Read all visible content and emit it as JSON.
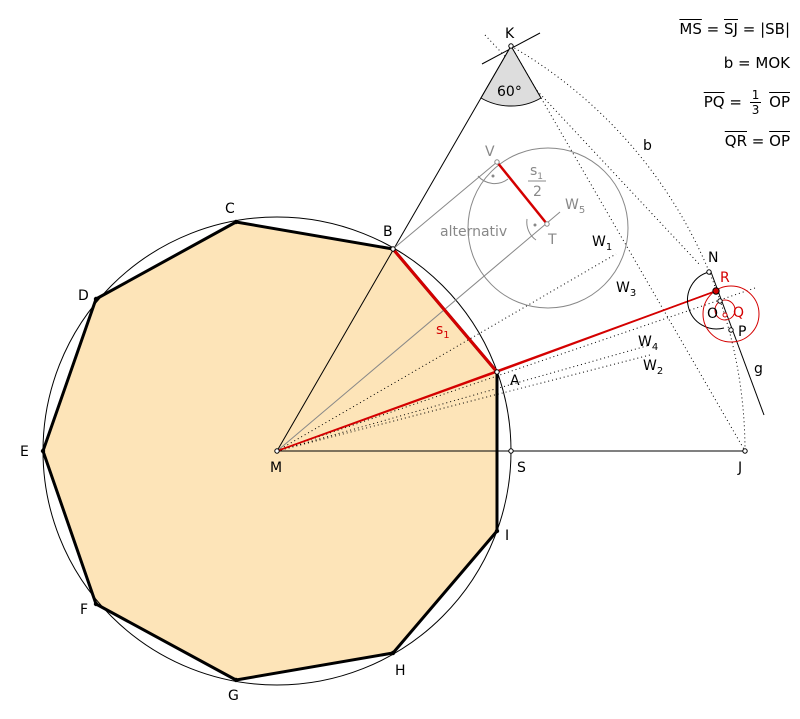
{
  "diagram": {
    "points": {
      "M": "M",
      "A": "A",
      "B": "B",
      "C": "C",
      "D": "D",
      "E": "E",
      "F": "F",
      "G": "G",
      "H": "H",
      "I": "I",
      "S": "S",
      "J": "J",
      "K": "K",
      "N": "N",
      "O": "O",
      "P": "P",
      "Q": "Q",
      "R": "R",
      "V": "V",
      "T": "T"
    },
    "rays": {
      "W1": "W",
      "W1_sub": "1",
      "W2": "W",
      "W2_sub": "2",
      "W3": "W",
      "W3_sub": "3",
      "W4": "W",
      "W4_sub": "4",
      "W5": "W",
      "W5_sub": "5"
    },
    "side_label": "s",
    "side_label_sub": "1",
    "half_side_num": "s",
    "half_side_num_sub": "1",
    "half_side_den": "2",
    "alternative_label": "alternativ",
    "angle_label": "60°",
    "arc_label": "b",
    "line_label": "g",
    "colors": {
      "polygon_fill": "#fde4b8",
      "red": "#d40000",
      "gray": "#888888"
    }
  },
  "formulas": {
    "f1_a": "MS",
    "f1_eq1": "=",
    "f1_b": "SJ",
    "f1_eq2": "=",
    "f1_c": "|SB|",
    "f2_left": "b",
    "f2_eq": "=",
    "f2_right": "MOK",
    "f3_left": "PQ",
    "f3_eq": "=",
    "f3_num": "1",
    "f3_den": "3",
    "f3_right": "OP",
    "f4_left": "QR",
    "f4_eq": "=",
    "f4_right": "OP"
  }
}
